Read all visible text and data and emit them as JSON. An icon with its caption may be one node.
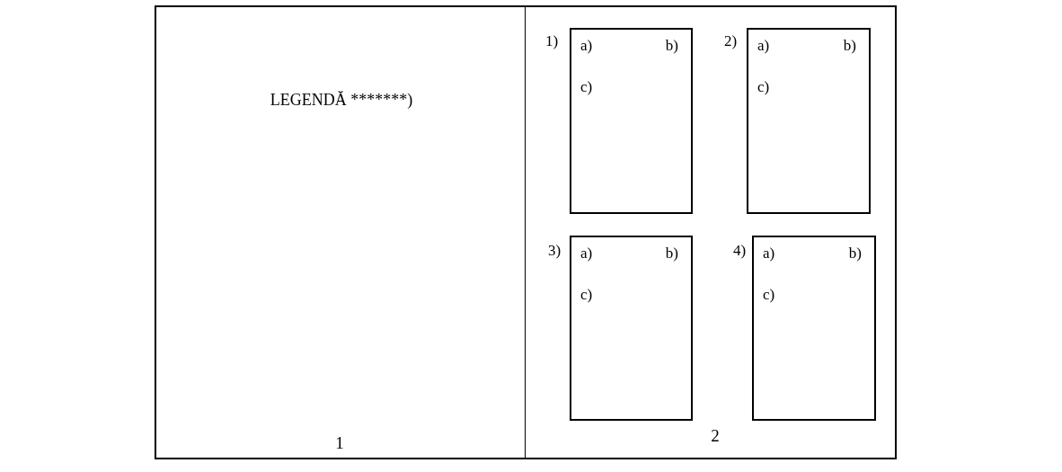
{
  "diagram": {
    "nodes": [
      {
        "text": [
          "LEGENDĂ *******)",
          "1"
        ]
      },
      {
        "text": [
          "2"
        ]
      },
      {
        "text": [
          "a)",
          "b)",
          "c)"
        ],
        "in": 1,
        "beside": [
          "1)"
        ]
      },
      {
        "text": [
          "a)",
          "b)",
          "c)"
        ],
        "in": 1,
        "beside": [
          "2)"
        ]
      },
      {
        "text": [
          "a)",
          "b)",
          "c)"
        ],
        "in": 1,
        "beside": [
          "3)"
        ]
      },
      {
        "text": [
          "a)",
          "b)",
          "c)"
        ],
        "in": 1,
        "beside": [
          "4)"
        ]
      }
    ]
  }
}
